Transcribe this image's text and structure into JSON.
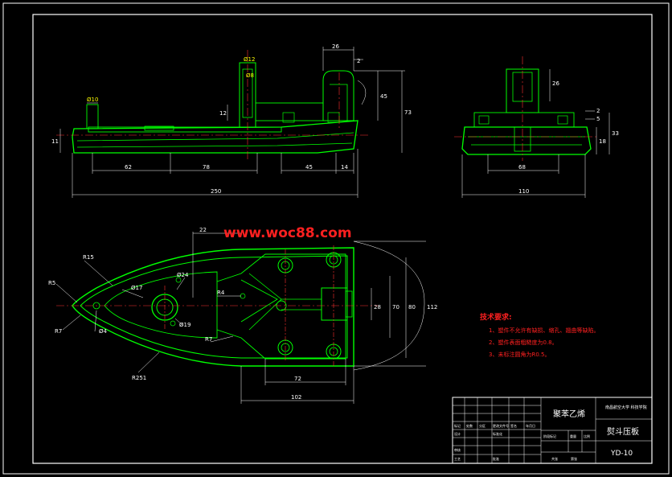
{
  "watermark": "www.woc88.com",
  "front_view": {
    "dims": [
      "26",
      "2",
      "Ø12",
      "Ø8",
      "Ø10",
      "12",
      "45",
      "73",
      "11",
      "62",
      "78",
      "45",
      "14",
      "250"
    ]
  },
  "side_view": {
    "dims": [
      "26",
      "2",
      "5",
      "33",
      "18",
      "68",
      "110"
    ]
  },
  "plan_view": {
    "dims": [
      "R15",
      "R5",
      "Ø17",
      "Ø24",
      "R4",
      "Ø4",
      "Ø19",
      "R7",
      "R7",
      "R251",
      "28",
      "70",
      "80",
      "112",
      "72",
      "102",
      "22"
    ]
  },
  "notes": {
    "title": "技术要求:",
    "items": [
      "1、塑件不允许有缺损、缩孔、翘曲等缺陷。",
      "2、塑件表面粗糙度为0.8。",
      "3、未标注圆角为R0.5。"
    ]
  },
  "title_block": {
    "material": "聚苯乙烯",
    "school": "南昌航空大学\n科技学院",
    "part_name": "熨斗压板",
    "drawing_no": "YD-10",
    "cells": [
      "标记",
      "处数",
      "分区",
      "更改文件号",
      "签名",
      "年月日",
      "设计",
      "标准化",
      "阶段标记",
      "重量",
      "比例",
      "审核",
      "工艺",
      "批准",
      "共张",
      "第张"
    ]
  }
}
